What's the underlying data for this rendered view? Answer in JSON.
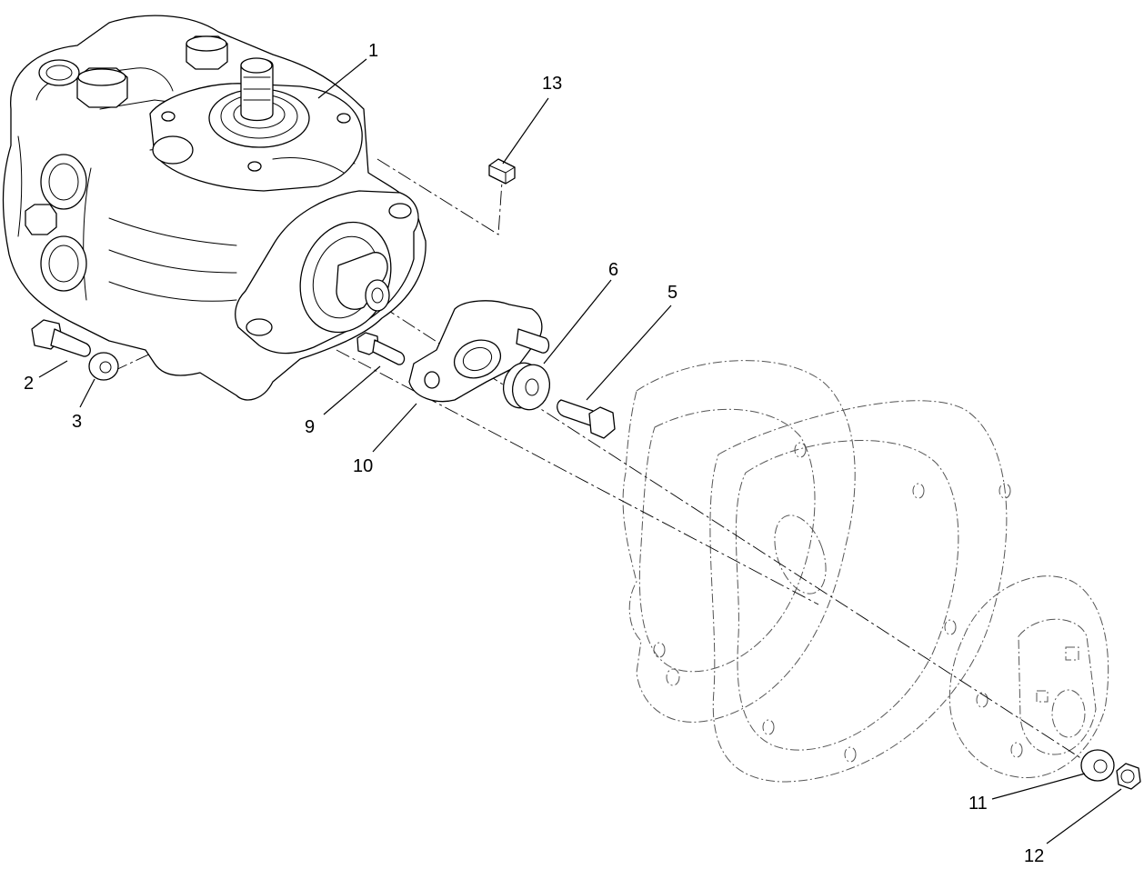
{
  "diagram": {
    "callouts": [
      "1",
      "2",
      "3",
      "5",
      "6",
      "9",
      "10",
      "11",
      "12",
      "13"
    ]
  }
}
